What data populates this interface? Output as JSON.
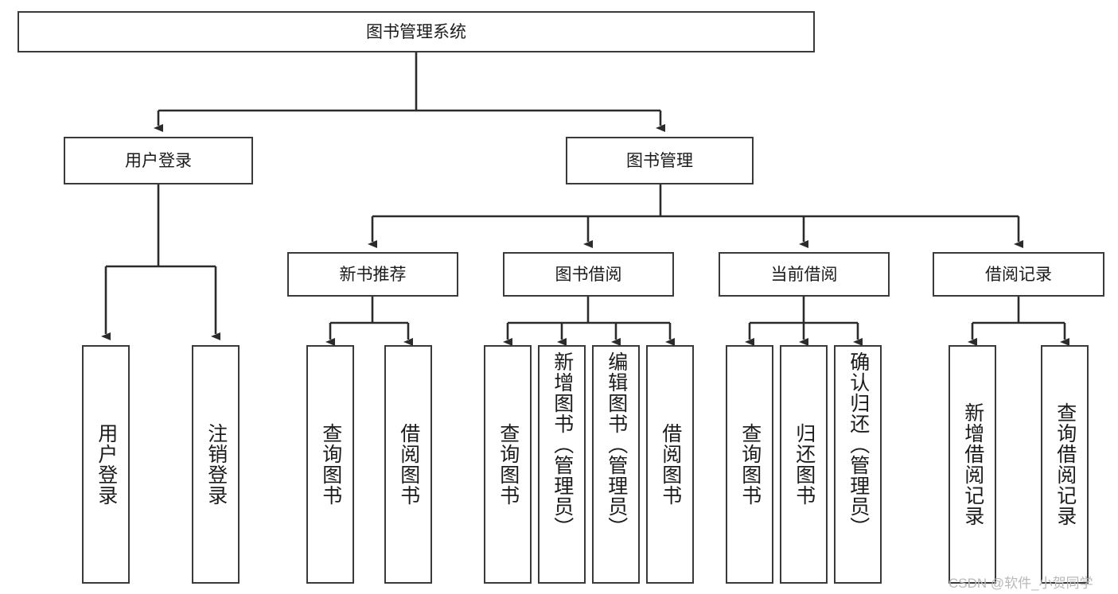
{
  "diagram": {
    "type": "tree",
    "title": "图书管理系统",
    "root": {
      "label": "图书管理系统"
    },
    "level1": [
      {
        "label": "用户登录"
      },
      {
        "label": "图书管理"
      }
    ],
    "level2": [
      {
        "label": "新书推荐",
        "parent": "图书管理"
      },
      {
        "label": "图书借阅",
        "parent": "图书管理"
      },
      {
        "label": "当前借阅",
        "parent": "图书管理"
      },
      {
        "label": "借阅记录",
        "parent": "图书管理"
      }
    ],
    "leaves": {
      "user_login": [
        {
          "label": "用户登录"
        },
        {
          "label": "注销登录"
        }
      ],
      "new_book_recommend": [
        {
          "label": "查询图书"
        },
        {
          "label": "借阅图书"
        }
      ],
      "book_borrow": [
        {
          "label": "查询图书"
        },
        {
          "label": "新增图书（管理员）"
        },
        {
          "label": "编辑图书（管理员）"
        },
        {
          "label": "借阅图书"
        }
      ],
      "current_borrow": [
        {
          "label": "查询图书"
        },
        {
          "label": "归还图书"
        },
        {
          "label": "确认归还（管理员）"
        }
      ],
      "borrow_record": [
        {
          "label": "新增借阅记录"
        },
        {
          "label": "查询借阅记录"
        }
      ]
    }
  },
  "watermark": {
    "text": "CSDN @软件_小贺同学"
  },
  "colors": {
    "box_border": "#3a3a3a",
    "box_fill": "#ffffff",
    "connector": "#2b2b2b",
    "text": "#1b1b1b",
    "watermark": "#b9b9b9"
  }
}
